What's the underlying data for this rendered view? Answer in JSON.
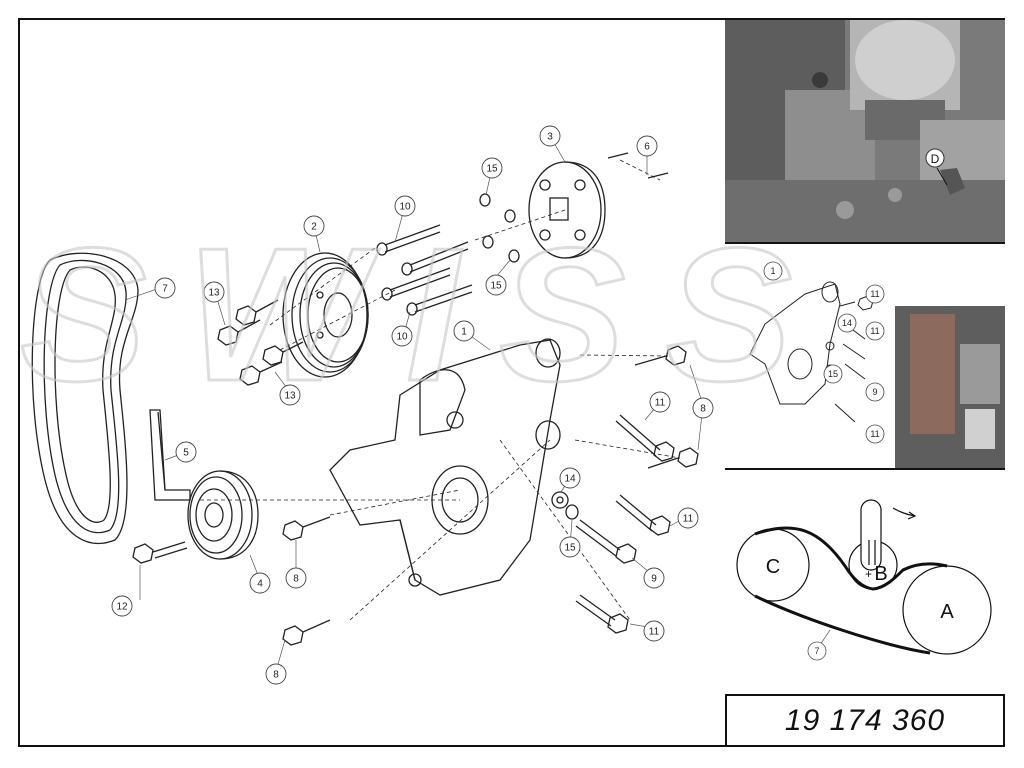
{
  "main_callouts": [
    {
      "id": "c1",
      "label": "1"
    },
    {
      "id": "c2",
      "label": "2"
    },
    {
      "id": "c3",
      "label": "3"
    },
    {
      "id": "c4",
      "label": "4"
    },
    {
      "id": "c5",
      "label": "5"
    },
    {
      "id": "c6",
      "label": "6"
    },
    {
      "id": "c7",
      "label": "7"
    },
    {
      "id": "c8a",
      "label": "8"
    },
    {
      "id": "c8b",
      "label": "8"
    },
    {
      "id": "c8c",
      "label": "8"
    },
    {
      "id": "c9",
      "label": "9"
    },
    {
      "id": "c10a",
      "label": "10"
    },
    {
      "id": "c10b",
      "label": "10"
    },
    {
      "id": "c11a",
      "label": "11"
    },
    {
      "id": "c11b",
      "label": "11"
    },
    {
      "id": "c11c",
      "label": "11"
    },
    {
      "id": "c12",
      "label": "12"
    },
    {
      "id": "c13a",
      "label": "13"
    },
    {
      "id": "c13b",
      "label": "13"
    },
    {
      "id": "c14",
      "label": "14"
    },
    {
      "id": "c15a",
      "label": "15"
    },
    {
      "id": "c15b",
      "label": "15"
    },
    {
      "id": "c15c",
      "label": "15"
    }
  ],
  "photo_callout": "D",
  "bracket_callouts": [
    {
      "id": "b1",
      "label": "1"
    },
    {
      "id": "b11a",
      "label": "11"
    },
    {
      "id": "b11b",
      "label": "11"
    },
    {
      "id": "b11c",
      "label": "11"
    },
    {
      "id": "b14",
      "label": "14"
    },
    {
      "id": "b15",
      "label": "15"
    },
    {
      "id": "b9",
      "label": "9"
    }
  ],
  "routing": {
    "pulley_a": "A",
    "pulley_b": "B",
    "pulley_c": "C",
    "belt_callout": "7"
  },
  "part_number": "19 174 360",
  "watermark": "SWISS"
}
